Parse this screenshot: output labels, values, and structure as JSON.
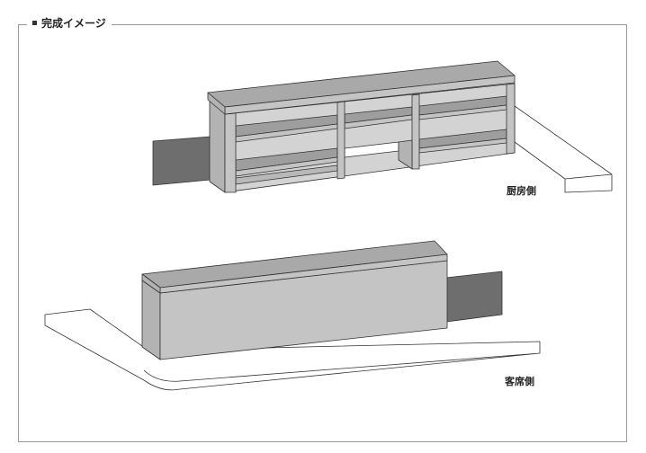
{
  "title": "完成イメージ",
  "labels": {
    "kitchen_side": "厨房側",
    "customer_side": "客席側"
  },
  "colors": {
    "top": "#a9a9a9",
    "front": "#c4c4c4",
    "side": "#b3b3b3",
    "dark_panel": "#6e6e6e",
    "inner": "#d3d3d3"
  }
}
